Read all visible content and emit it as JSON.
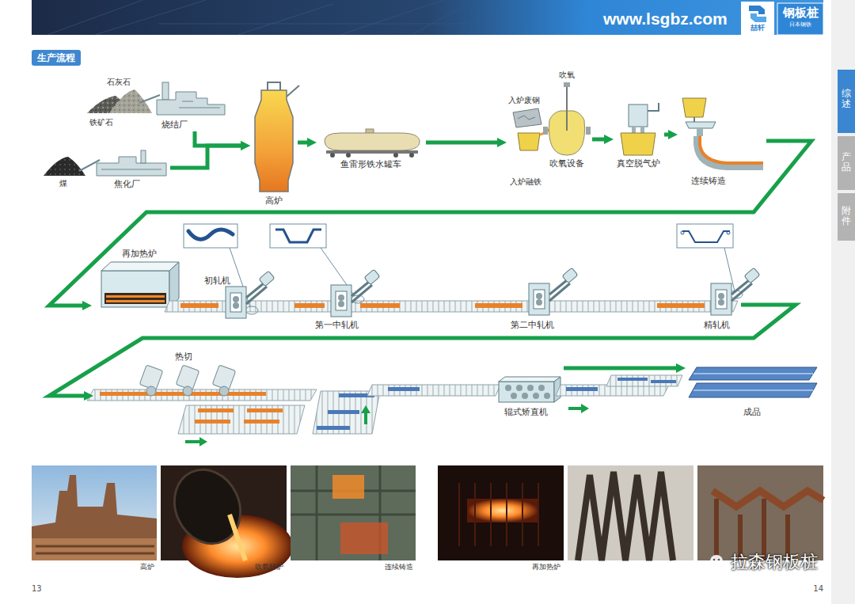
{
  "diagram": {
    "title": "生产流程",
    "nodes": [
      {
        "text": [
          "烧结厂"
        ]
      },
      {
        "text": [
          "焦化厂"
        ]
      },
      {
        "text": [
          "高炉"
        ]
      },
      {
        "text": [
          "鱼雷形铁水罐车"
        ]
      },
      {
        "text": [
          "吹氧设备"
        ]
      },
      {
        "text": [
          "真空脱气炉"
        ]
      },
      {
        "text": [
          "连续铸造"
        ]
      },
      {
        "text": [
          "再加热炉"
        ]
      },
      {
        "text": [
          "初轧机"
        ]
      },
      {
        "text": [
          "第一中轧机"
        ]
      },
      {
        "text": [
          "第二中轧机"
        ]
      },
      {
        "text": [
          "精轧机"
        ]
      },
      {
        "text": [
          "热切"
        ]
      },
      {
        "text": [
          "辊式矫直机"
        ]
      },
      {
        "text": [
          "成品"
        ]
      }
    ],
    "edges": [
      {
        "from": 0,
        "to": 2,
        "arrow": "to"
      },
      {
        "from": 1,
        "to": 2,
        "arrow": "to"
      },
      {
        "from": 2,
        "to": 3,
        "arrow": "to"
      },
      {
        "from": 3,
        "to": 4,
        "arrow": "to"
      },
      {
        "from": 4,
        "to": 5,
        "arrow": "to"
      },
      {
        "from": 5,
        "to": 6,
        "arrow": "to"
      },
      {
        "from": 6,
        "to": 7,
        "arrow": "to"
      },
      {
        "from": 11,
        "to": 12,
        "arrow": "to"
      },
      {
        "from": 13,
        "to": 14,
        "arrow": "to"
      }
    ],
    "labels": [
      "www.lsgbz.com",
      "喆轩",
      "钢板桩",
      "日本钢铁",
      "综述",
      "产品",
      "附件",
      "石灰石",
      "铁矿石",
      "煤",
      "入炉废钢",
      "吹氧",
      "入炉融铁",
      "高炉",
      "吹氧转炉",
      "连续铸造",
      "再加热炉",
      "拉森钢板桩",
      "13",
      "14"
    ]
  }
}
